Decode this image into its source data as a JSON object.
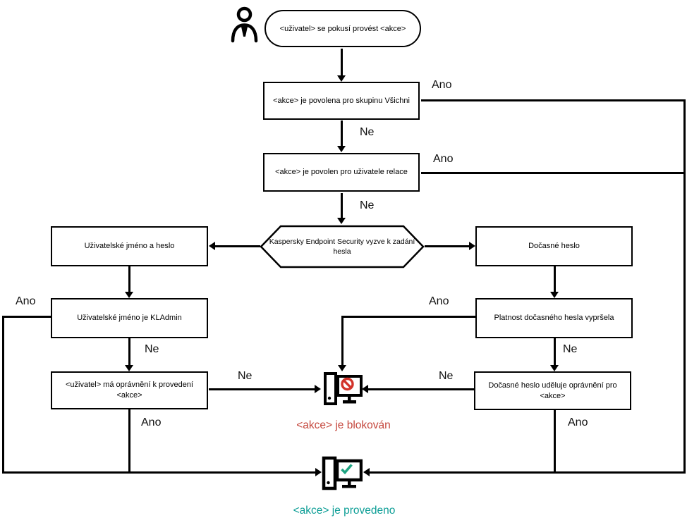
{
  "labels": {
    "ano": "Ano",
    "ne": "Ne"
  },
  "nodes": {
    "start": "<uživatel> se pokusí provést <akce>",
    "action_allowed_group": "<akce> je povolena pro skupinu Všichni",
    "action_allowed_session": "<akce> je povolen pro uživatele relace",
    "password_prompt": "Kaspersky Endpoint Security vyzve k zadání hesla",
    "username_password": "Uživatelské jméno a heslo",
    "username_kladmin": "Uživatelské jméno je KLAdmin",
    "user_has_permission": "<uživatel> má oprávnění k provedení <akce>",
    "temporary_password": "Dočasné heslo",
    "temp_password_expired": "Platnost dočasného hesla vypršela",
    "temp_password_grants": "Dočasné heslo uděluje oprávnění pro <akce>"
  },
  "results": {
    "blocked": {
      "label": "<akce> je blokován",
      "color": "#c5473d"
    },
    "done": {
      "label": "<akce> je provedeno",
      "color": "#0d9e96"
    }
  },
  "icons": {
    "person": "person-icon",
    "blocked": "computer-blocked-icon",
    "done": "computer-success-icon",
    "prohibition_color": "#d2332a",
    "check_color": "#1fa482"
  }
}
